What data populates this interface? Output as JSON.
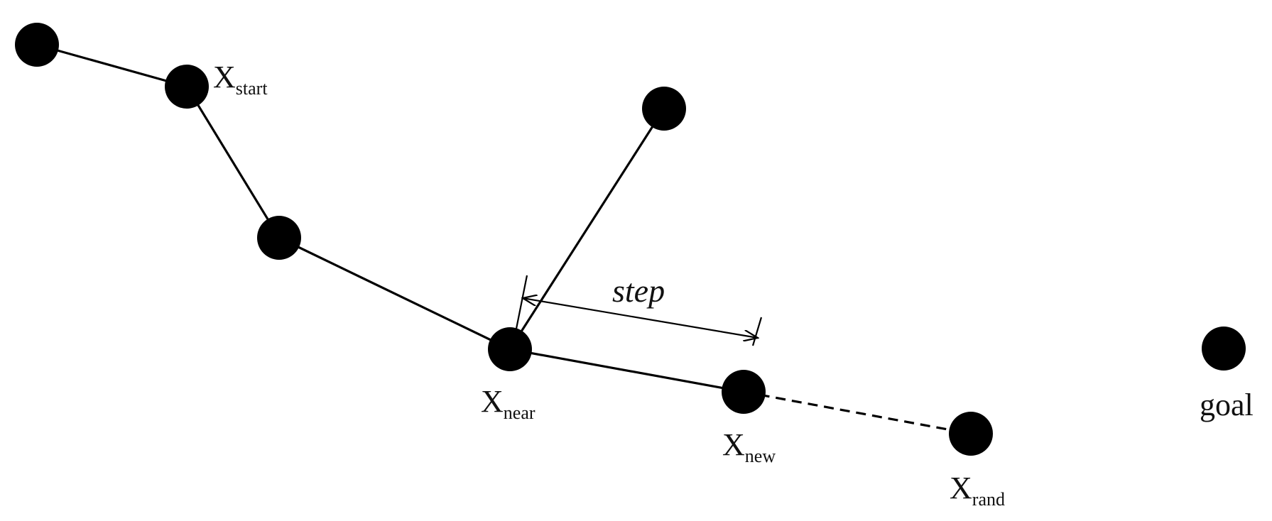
{
  "labels": {
    "x_start": {
      "main": "X",
      "sub": "start"
    },
    "x_near": {
      "main": "X",
      "sub": "near"
    },
    "x_new": {
      "main": "X",
      "sub": "new"
    },
    "x_rand": {
      "main": "X",
      "sub": "rand"
    },
    "goal": "goal",
    "step": "step"
  }
}
